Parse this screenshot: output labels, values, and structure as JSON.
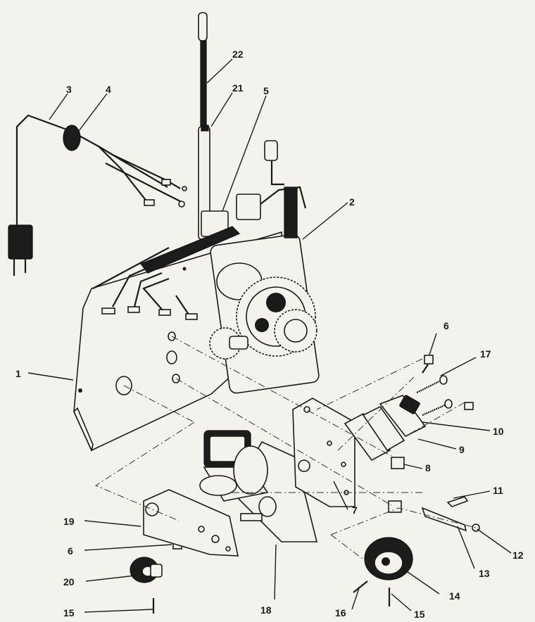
{
  "callouts": [
    {
      "id": "1",
      "text": "1"
    },
    {
      "id": "2",
      "text": "2"
    },
    {
      "id": "3",
      "text": "3"
    },
    {
      "id": "4",
      "text": "4"
    },
    {
      "id": "5",
      "text": "5"
    },
    {
      "id": "6a",
      "text": "6"
    },
    {
      "id": "6b",
      "text": "6"
    },
    {
      "id": "7",
      "text": "7"
    },
    {
      "id": "8",
      "text": "8"
    },
    {
      "id": "9",
      "text": "9"
    },
    {
      "id": "10",
      "text": "10"
    },
    {
      "id": "11",
      "text": "11"
    },
    {
      "id": "12",
      "text": "12"
    },
    {
      "id": "13",
      "text": "13"
    },
    {
      "id": "14",
      "text": "14"
    },
    {
      "id": "15a",
      "text": "15"
    },
    {
      "id": "15b",
      "text": "15"
    },
    {
      "id": "16",
      "text": "16"
    },
    {
      "id": "17",
      "text": "17"
    },
    {
      "id": "18",
      "text": "18"
    },
    {
      "id": "19",
      "text": "19"
    },
    {
      "id": "20",
      "text": "20"
    },
    {
      "id": "21",
      "text": "21"
    },
    {
      "id": "22",
      "text": "22"
    }
  ]
}
